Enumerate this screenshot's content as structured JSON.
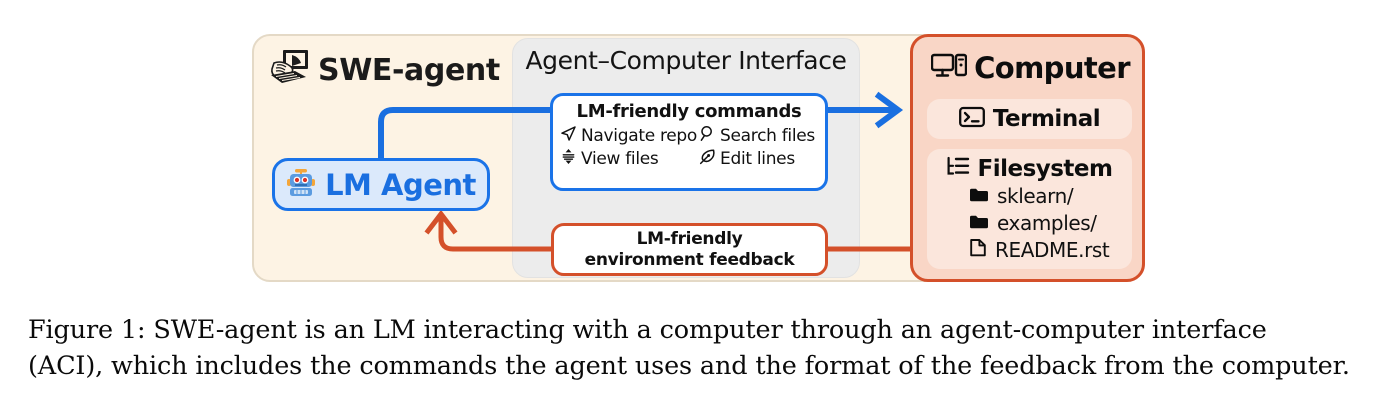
{
  "figure": {
    "agent_panel": {
      "title": "SWE-agent",
      "logo_icon": "computer-hand-keyboard-icon",
      "lm_agent": {
        "label": "LM Agent",
        "icon": "robot-icon"
      }
    },
    "aci_panel": {
      "heading": "Agent–Computer Interface",
      "commands_box": {
        "title": "LM-friendly commands",
        "items": [
          {
            "label": "Navigate repo",
            "icon": "navigation-arrow-icon"
          },
          {
            "label": "Search files",
            "icon": "magnifier-icon"
          },
          {
            "label": "View files",
            "icon": "vertical-scroll-icon"
          },
          {
            "label": "Edit lines",
            "icon": "pen-nib-icon"
          }
        ]
      },
      "feedback_box": {
        "line1": "LM-friendly",
        "line2": "environment feedback"
      }
    },
    "computer_panel": {
      "title": "Computer",
      "title_icon": "desktop-tower-icon",
      "terminal": {
        "label": "Terminal",
        "icon": "terminal-icon"
      },
      "filesystem": {
        "label": "Filesystem",
        "icon": "tree-list-icon",
        "entries": [
          {
            "name": "sklearn/",
            "icon": "folder-icon"
          },
          {
            "name": "examples/",
            "icon": "folder-icon"
          },
          {
            "name": "README.rst",
            "icon": "file-icon"
          }
        ]
      }
    },
    "connectors": {
      "command_flow": {
        "name": "commands-arrow",
        "color": "#1a6fe0",
        "direction": "agent-to-computer"
      },
      "feedback_flow": {
        "name": "feedback-arrow",
        "color": "#d4502a",
        "direction": "computer-to-agent"
      }
    },
    "caption": {
      "line1": "Figure 1: SWE-agent is an LM interacting with a computer through an agent-computer interface",
      "line2": "(ACI), which includes the commands the agent uses and the format of the feedback from the computer."
    }
  },
  "colors": {
    "cream_panel": "#fdf3e4",
    "aci_panel": "#ececec",
    "computer_panel": "#f9d6c6",
    "blue_accent": "#1a73e8",
    "orange_accent": "#d4502a"
  }
}
